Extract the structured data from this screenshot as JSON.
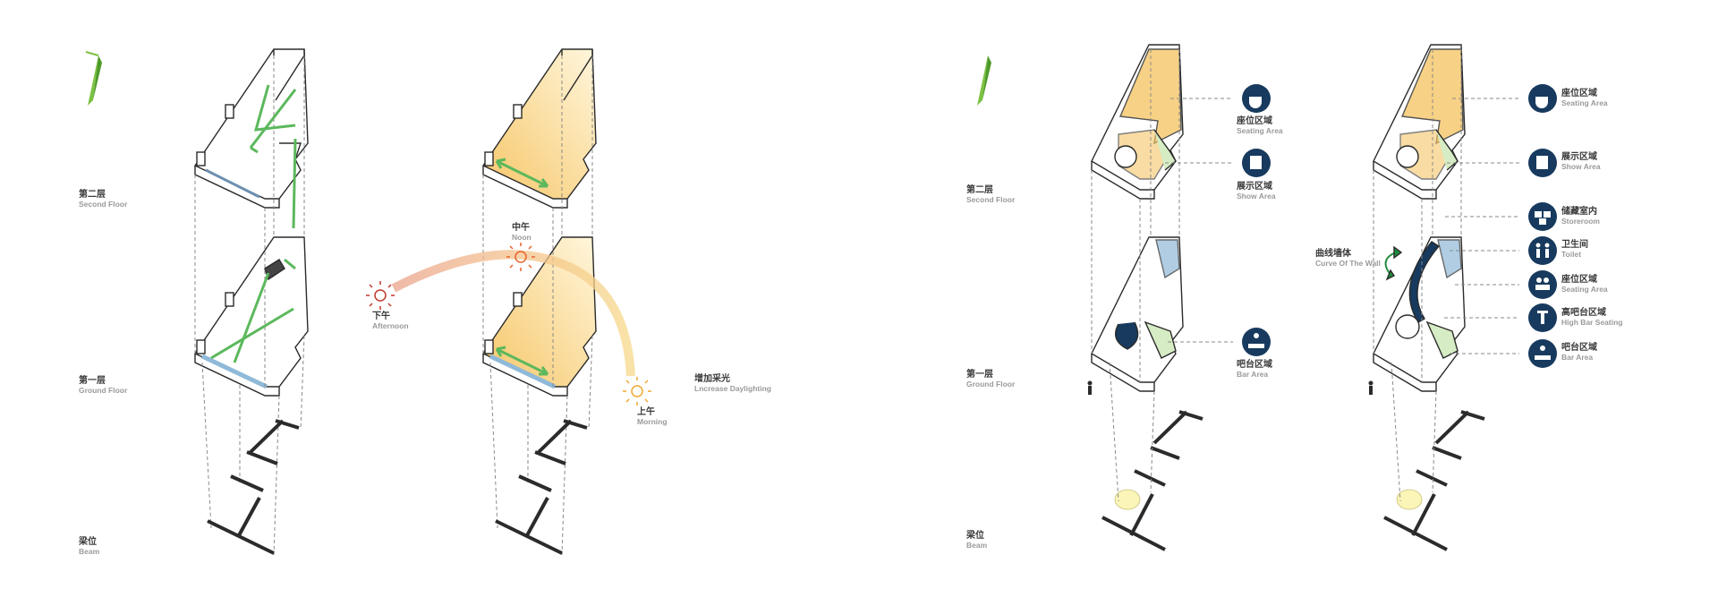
{
  "colors": {
    "line": "#2b2b2b",
    "dash": "#8a8a8a",
    "green_arrow": "#5cb85c",
    "dark_green": "#1f8a3c",
    "yellow": "#f6c667",
    "yellow_light": "#fde9b8",
    "light_green": "#d6ecc4",
    "blue": "#8fb9d8",
    "navy": "#173a5e",
    "sun_red": "#c0392b",
    "sun_orange": "#e8632b",
    "sun_gold": "#f0a830"
  },
  "panel1": {
    "floor_labels": {
      "second": {
        "zh": "第二层",
        "en": "Second Floor"
      },
      "ground": {
        "zh": "第一层",
        "en": "Ground Floor"
      },
      "beam": {
        "zh": "梁位",
        "en": "Beam"
      }
    },
    "suns": {
      "afternoon": {
        "zh": "下午",
        "en": "Afternoon"
      },
      "noon": {
        "zh": "中午",
        "en": "Noon"
      },
      "morning": {
        "zh": "上午",
        "en": "Morning"
      }
    },
    "daylight": {
      "zh": "增加采光",
      "en": "Lncrease Daylighting"
    }
  },
  "panel2": {
    "floor_labels": {
      "second": {
        "zh": "第二层",
        "en": "Second Floor"
      },
      "ground": {
        "zh": "第一层",
        "en": "Ground Floor"
      },
      "beam": {
        "zh": "梁位",
        "en": "Beam"
      }
    },
    "left_legend": [
      {
        "zh": "座位区域",
        "en": "Seating Area",
        "icon": "coffee-cup-icon"
      },
      {
        "zh": "展示区域",
        "en": "Show Area",
        "icon": "display-book-icon"
      },
      {
        "zh": "吧台区域",
        "en": "Bar Area",
        "icon": "bar-counter-icon"
      }
    ],
    "right_legend": [
      {
        "zh": "座位区域",
        "en": "Seating Area",
        "icon": "coffee-cup-icon"
      },
      {
        "zh": "展示区域",
        "en": "Show Area",
        "icon": "display-book-icon"
      },
      {
        "zh": "储藏室内",
        "en": "Storeroom",
        "icon": "storage-boxes-icon"
      },
      {
        "zh": "卫生间",
        "en": "Toilet",
        "icon": "toilet-people-icon"
      },
      {
        "zh": "座位区域",
        "en": "Seating Area",
        "icon": "seated-people-icon"
      },
      {
        "zh": "高吧台区域",
        "en": "High Bar Seating",
        "icon": "bar-stool-icon"
      },
      {
        "zh": "吧台区域",
        "en": "Bar Area",
        "icon": "bar-counter-icon"
      }
    ],
    "curve_wall": {
      "zh": "曲线墙体",
      "en": "Curve Of The Wall"
    }
  }
}
